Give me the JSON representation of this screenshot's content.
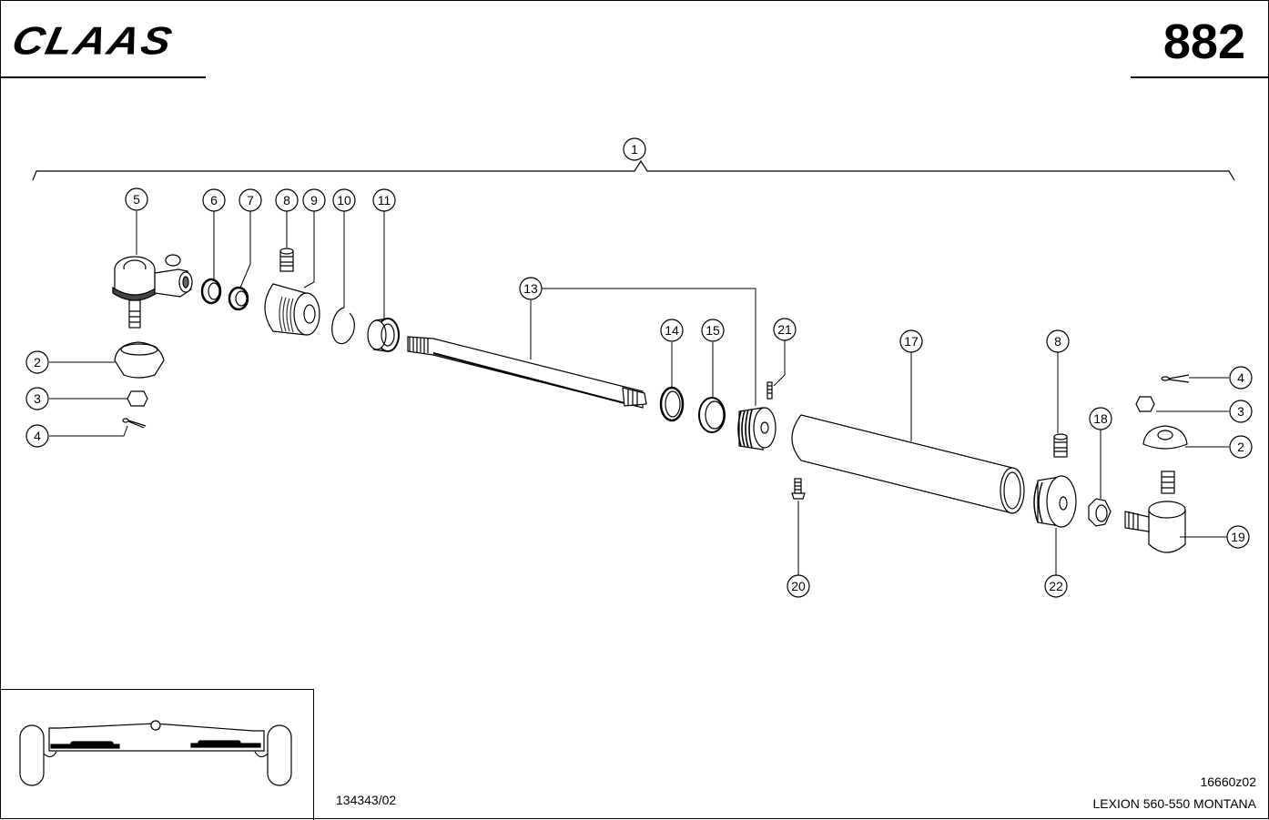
{
  "header": {
    "brand": "CLAAS",
    "page_number": "882"
  },
  "diagram": {
    "assembly_callout": "1",
    "callouts": [
      {
        "id": "c5",
        "label": "5"
      },
      {
        "id": "c6",
        "label": "6"
      },
      {
        "id": "c7",
        "label": "7"
      },
      {
        "id": "c8a",
        "label": "8"
      },
      {
        "id": "c9",
        "label": "9"
      },
      {
        "id": "c10",
        "label": "10"
      },
      {
        "id": "c11",
        "label": "11"
      },
      {
        "id": "c2a",
        "label": "2"
      },
      {
        "id": "c3a",
        "label": "3"
      },
      {
        "id": "c4a",
        "label": "4"
      },
      {
        "id": "c13",
        "label": "13"
      },
      {
        "id": "c14",
        "label": "14"
      },
      {
        "id": "c15",
        "label": "15"
      },
      {
        "id": "c21",
        "label": "21"
      },
      {
        "id": "c17",
        "label": "17"
      },
      {
        "id": "c8b",
        "label": "8"
      },
      {
        "id": "c18",
        "label": "18"
      },
      {
        "id": "c4b",
        "label": "4"
      },
      {
        "id": "c3b",
        "label": "3"
      },
      {
        "id": "c2b",
        "label": "2"
      },
      {
        "id": "c19",
        "label": "19"
      },
      {
        "id": "c20",
        "label": "20"
      },
      {
        "id": "c22",
        "label": "22"
      }
    ]
  },
  "footer": {
    "drawing_number": "134343/02",
    "reference_code": "16660z02",
    "model": "LEXION 560-550 MONTANA"
  }
}
